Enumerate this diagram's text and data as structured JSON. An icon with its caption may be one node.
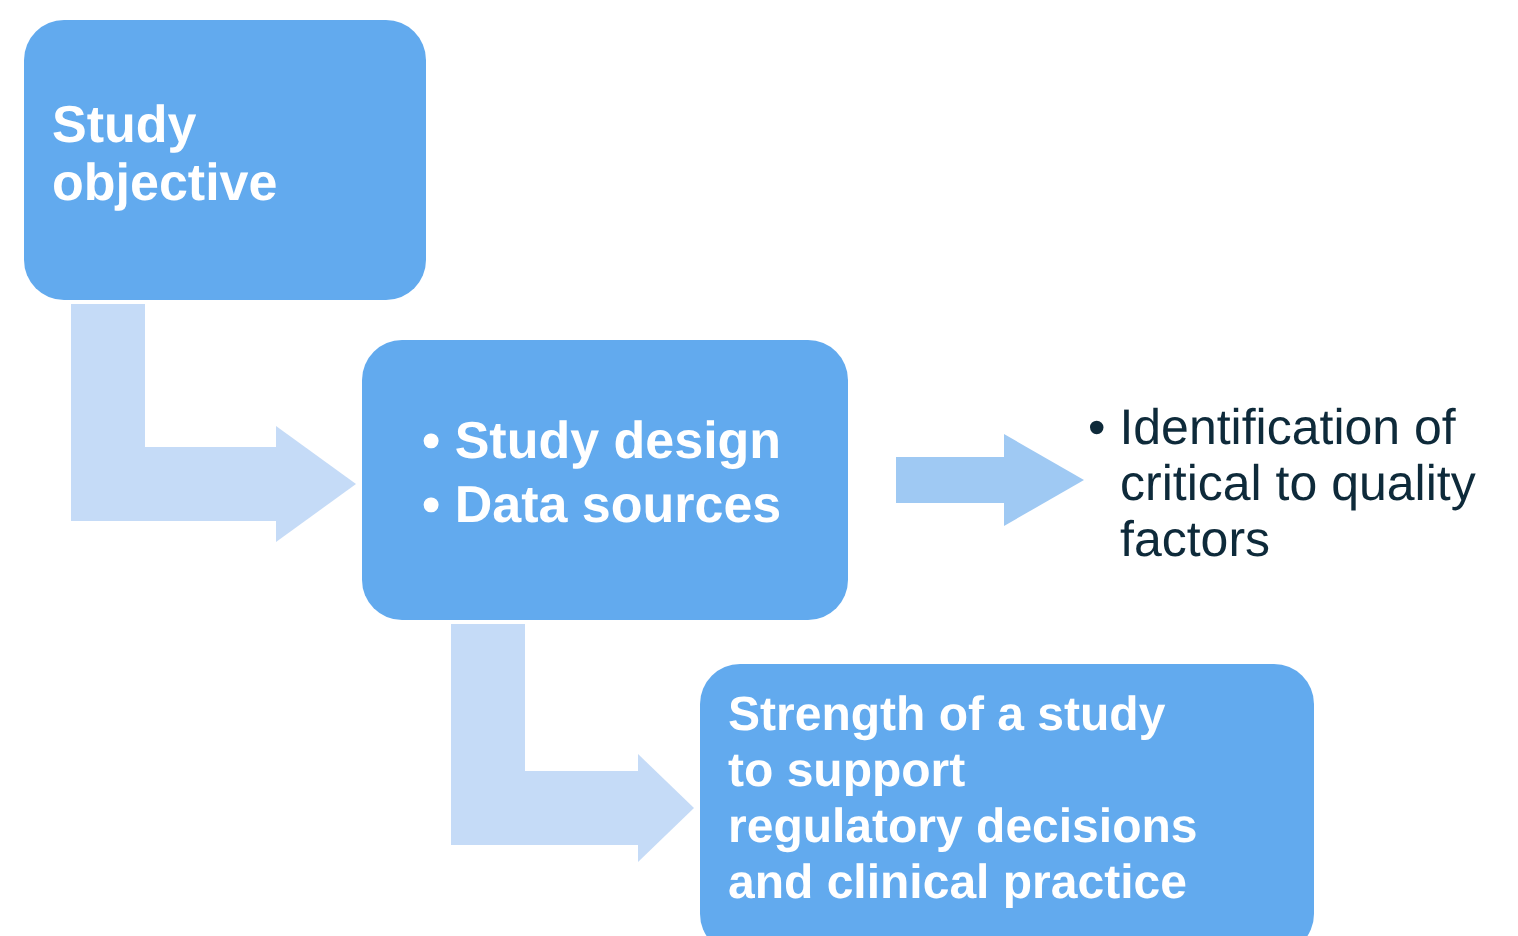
{
  "diagram": {
    "nodes": [
      {
        "text": [
          "Study objective"
        ]
      },
      {
        "text": [
          "• Study design",
          "• Data sources"
        ]
      },
      {
        "text": [
          "• Identification of critical to quality factors"
        ]
      },
      {
        "text": [
          "Strength of a study to support regulatory decisions and clinical practice"
        ]
      }
    ],
    "edges": [
      {
        "from": 0,
        "to": 1,
        "arrow": "to"
      },
      {
        "from": 1,
        "to": 2,
        "arrow": "to",
        "color": "#9fc9f3"
      },
      {
        "from": 1,
        "to": 3,
        "arrow": "to"
      }
    ]
  }
}
